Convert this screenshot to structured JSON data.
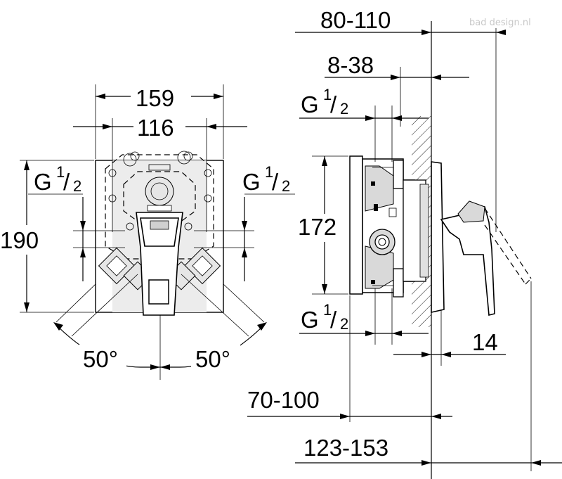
{
  "watermark": "bad design.nl",
  "front_view": {
    "width_outer": "159",
    "width_inner": "116",
    "height": "190",
    "connection_left": {
      "main": "G",
      "sup": "1",
      "sub": "2"
    },
    "connection_right": {
      "main": "G",
      "sup": "1",
      "sub": "2"
    },
    "angle_left": "50°",
    "angle_right": "50°"
  },
  "side_view": {
    "depth_total": "80-110",
    "depth_wall": "8-38",
    "height": "172",
    "connection_top": {
      "main": "G",
      "sup": "1",
      "sub": "2"
    },
    "connection_bottom": {
      "main": "G",
      "sup": "1",
      "sub": "2"
    },
    "plate_thickness": "14",
    "install_depth": "70-100",
    "overall_depth": "123-153"
  }
}
